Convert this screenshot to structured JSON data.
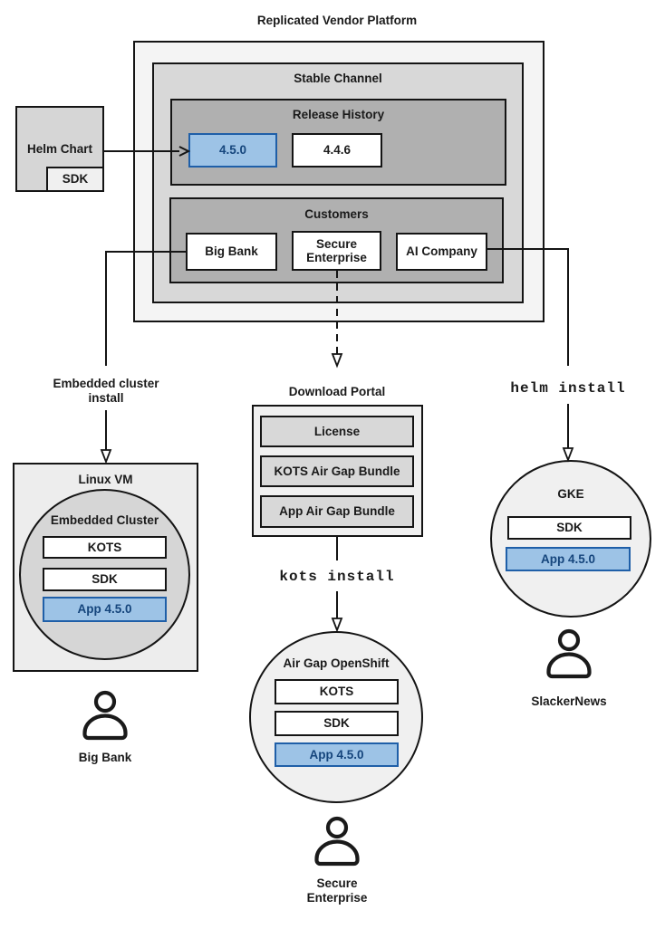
{
  "title": "Replicated Vendor Platform",
  "platform": {
    "stable_channel": "Stable Channel",
    "release_history": "Release History",
    "releases": [
      {
        "version": "4.5.0",
        "highlighted": true
      },
      {
        "version": "4.4.6",
        "highlighted": false
      }
    ],
    "customers_label": "Customers",
    "customers": [
      "Big Bank",
      "Secure Enterprise",
      "AI Company"
    ]
  },
  "helm_chart": {
    "label": "Helm Chart",
    "sdk": "SDK"
  },
  "left_flow": {
    "install_method_line1": "Embedded cluster",
    "install_method_line2": "install",
    "host_label": "Linux VM",
    "cluster_label": "Embedded Cluster",
    "components": [
      "KOTS",
      "SDK",
      "App 4.5.0"
    ],
    "persona": "Big Bank"
  },
  "middle_flow": {
    "portal_label": "Download Portal",
    "portal_items": [
      "License",
      "KOTS Air Gap Bundle",
      "App Air Gap Bundle"
    ],
    "install_command": "kots install",
    "cluster_label": "Air Gap OpenShift",
    "components": [
      "KOTS",
      "SDK",
      "App 4.5.0"
    ],
    "persona_line1": "Secure",
    "persona_line2": "Enterprise"
  },
  "right_flow": {
    "install_command": "helm install",
    "cluster_label": "GKE",
    "components": [
      "SDK",
      "App 4.5.0"
    ],
    "persona": "SlackerNews"
  },
  "colors": {
    "highlight_fill": "#9dc3e6",
    "highlight_stroke": "#1f5fa8",
    "highlight_text": "#15457c",
    "line_ink": "#141414",
    "gray_dark": "#b0b0b0",
    "gray_medium": "#d8d8d8",
    "gray_light": "#f0f0f0"
  }
}
